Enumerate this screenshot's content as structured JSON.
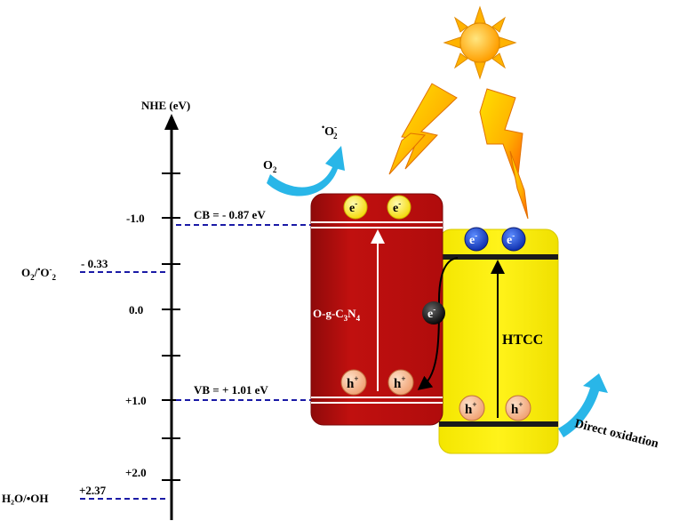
{
  "axis": {
    "title": "NHE (eV)",
    "ticks": [
      "-1.0",
      "0.0",
      "+1.0",
      "+2.0"
    ]
  },
  "redox": {
    "o2": {
      "label_main": "O",
      "label_sub": "2",
      "label_sep": "/",
      "label_radical": "•",
      "label_O": "O",
      "label_minus": "-",
      "label_sub2": "2",
      "value": "- 0.33"
    },
    "h2o": {
      "label": "H₂O/•OH",
      "value": "+2.37"
    }
  },
  "bands": {
    "cb": "CB = - 0.87 eV",
    "vb": "VB = + 1.01 eV"
  },
  "materials": {
    "ogcn": {
      "pre": "O-g-C",
      "sub1": "3",
      "mid": "N",
      "sub2": "4"
    },
    "htcc": "HTCC"
  },
  "carriers": {
    "electron": "e",
    "electron_sup": "-",
    "hole": "h",
    "hole_sup": "+"
  },
  "reaction": {
    "o2": "O",
    "o2_sub": "2",
    "superoxide_dot": "•",
    "superoxide": "O",
    "superoxide_sup": "-",
    "superoxide_sub": "2",
    "direct": "Direct oxidation"
  },
  "colors": {
    "ogcn_fill": "#c0100f",
    "htcc_fill": "#fff200",
    "band_line": "#1a1aa6",
    "arrow_cyan": "#29b6e8",
    "sun": "#ffb300"
  }
}
